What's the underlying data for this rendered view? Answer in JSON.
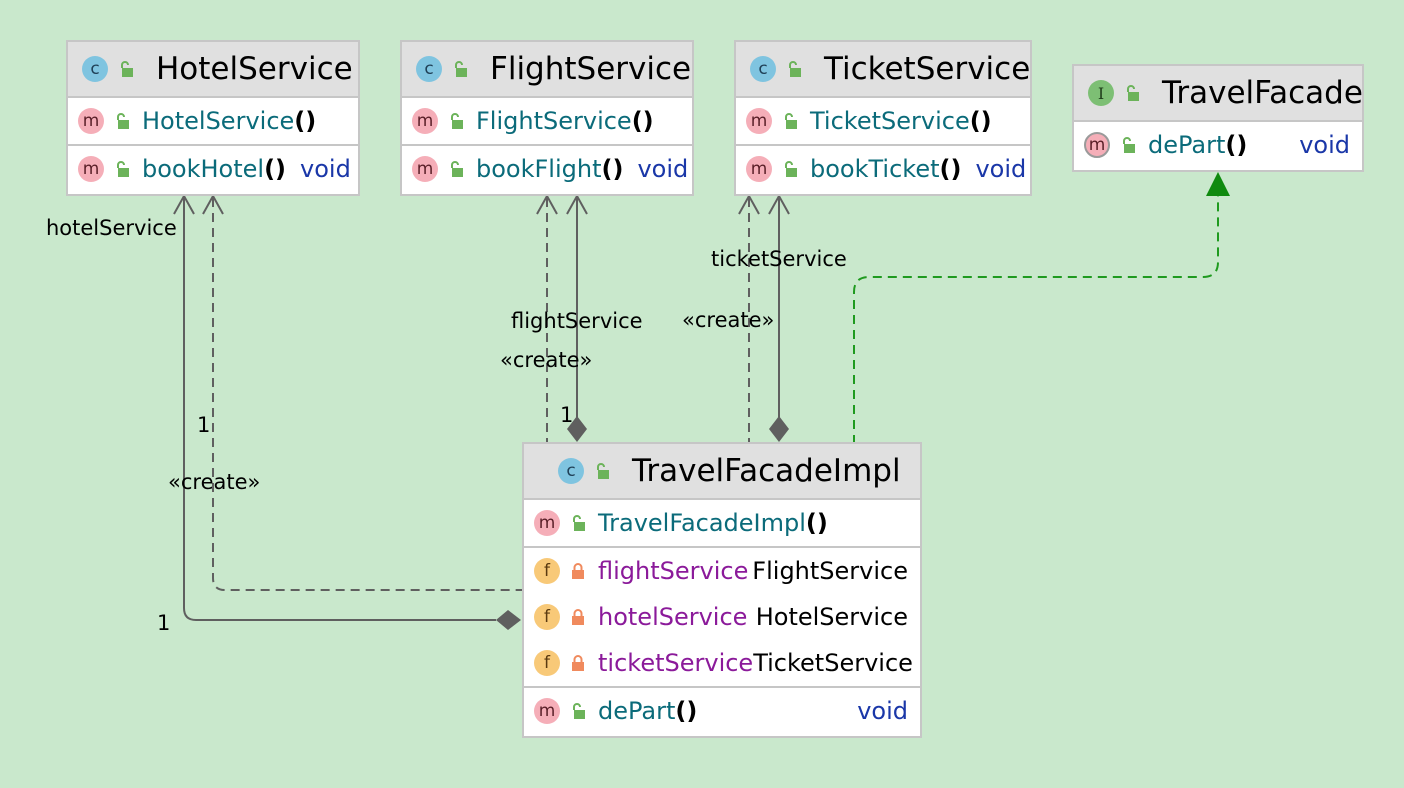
{
  "classes": {
    "hotel_service": {
      "kind_badge": "c",
      "title": "HotelService",
      "constructor": {
        "badge": "m",
        "name": "HotelService",
        "parens": "()"
      },
      "method": {
        "badge": "m",
        "name": "bookHotel",
        "parens": "()",
        "type": "void"
      }
    },
    "flight_service": {
      "kind_badge": "c",
      "title": "FlightService",
      "constructor": {
        "badge": "m",
        "name": "FlightService",
        "parens": "()"
      },
      "method": {
        "badge": "m",
        "name": "bookFlight",
        "parens": "()",
        "type": "void"
      }
    },
    "ticket_service": {
      "kind_badge": "c",
      "title": "TicketService",
      "constructor": {
        "badge": "m",
        "name": "TicketService",
        "parens": "()"
      },
      "method": {
        "badge": "m",
        "name": "bookTicket",
        "parens": "()",
        "type": "void"
      }
    },
    "travel_facade": {
      "kind_badge": "I",
      "title": "TravelFacade",
      "method": {
        "badge": "m",
        "name": "dePart",
        "parens": "()",
        "type": "void"
      }
    },
    "travel_facade_impl": {
      "kind_badge": "c",
      "title": "TravelFacadeImpl",
      "constructor": {
        "badge": "m",
        "name": "TravelFacadeImpl",
        "parens": "()"
      },
      "fields": [
        {
          "badge": "f",
          "name": "flightService",
          "type": "FlightService"
        },
        {
          "badge": "f",
          "name": "hotelService",
          "type": "HotelService"
        },
        {
          "badge": "f",
          "name": "ticketService",
          "type": "TicketService"
        }
      ],
      "method": {
        "badge": "m",
        "name": "dePart",
        "parens": "()",
        "type": "void"
      }
    }
  },
  "labels": {
    "hotel_role": "hotelService",
    "hotel_mult_upper": "1",
    "hotel_create": "«create»",
    "hotel_mult_lower": "1",
    "flight_role": "flightService",
    "flight_create": "«create»",
    "flight_mult": "1",
    "ticket_role": "ticketService",
    "ticket_create": "«create»"
  },
  "colors": {
    "background": "#c9e8cc",
    "connector": "#5f5f5f",
    "realization": "#1f9a1f",
    "method_name": "#0b6b7a",
    "field_name": "#8b1a9a",
    "type": "#1a37a8",
    "public_icon": "#6cb35a",
    "private_icon": "#f08a5d"
  }
}
